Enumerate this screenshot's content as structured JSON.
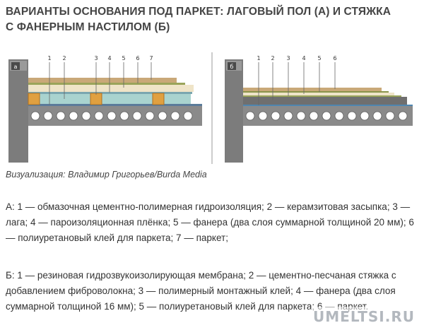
{
  "title": "ВАРИАНТЫ ОСНОВАНИЯ ПОД ПАРКЕТ: ЛАГОВЫЙ ПОЛ (А) И СТЯЖКА С ФАНЕРНЫМ НАСТИЛОМ (Б)",
  "panel_a": {
    "badge": "а",
    "numbers": [
      "1",
      "2",
      "3",
      "4",
      "5",
      "6",
      "7"
    ]
  },
  "panel_b": {
    "badge": "б",
    "numbers": [
      "1",
      "2",
      "3",
      "4",
      "5",
      "6"
    ]
  },
  "caption": "Визуализация: Владимир Григорьев/Burda Media",
  "description_a": "А: 1 — обмазочная цементно-полимерная гидроизоляция; 2 — керамзитовая засыпка; 3 — лага; 4 — пароизоляционная плёнка; 5 — фанера (два слоя суммарной толщиной 20 мм); 6 — полиуретановый клей для паркета; 7 — паркет;",
  "description_b": "Б: 1 — резиновая гидрозвукоизолирующая мембрана; 2 — цементно-песчаная стяжка с добавлением фиброволокна; 3 — полимерный монтажный клей; 4 — фанера (два слоя суммарной толщиной 16 мм); 5 — полиуретановый клей для паркета; 6 — паркет.",
  "watermark": "UMELTSI.RU",
  "colors": {
    "slab": "#8a8a8a",
    "parquet": "#d9c7a0",
    "plywood": "#e8dcc0",
    "clay": "#a9d3cf",
    "joist": "#e0a040",
    "screed": "#6a6a6a"
  }
}
